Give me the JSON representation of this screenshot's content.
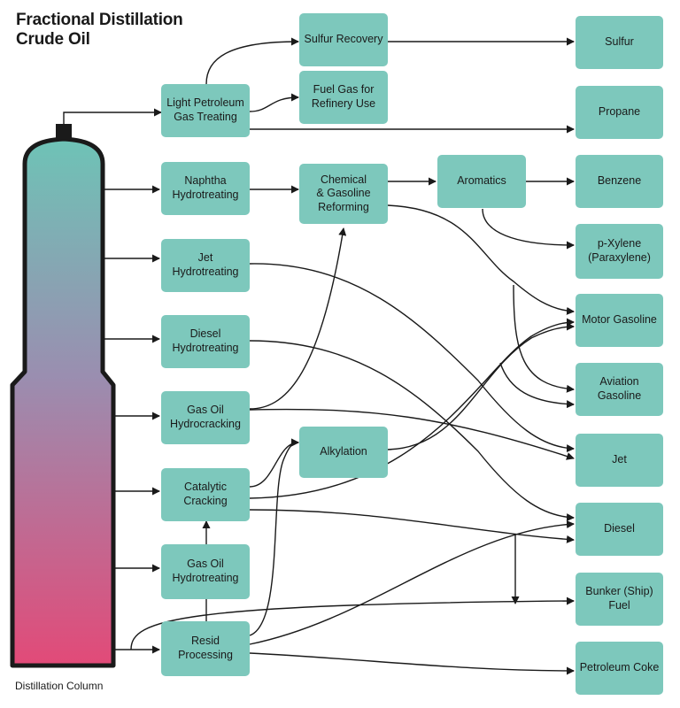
{
  "title": {
    "line1": "Fractional Distillation",
    "line2": "Crude Oil"
  },
  "caption": "Distillation Column",
  "colors": {
    "box": "#7dc8bc",
    "column_top": "#6ec3b6",
    "column_bottom": "#e24a78",
    "line": "#1a1a1a"
  },
  "processes": {
    "light_petroleum_gas_treating": "Light Petroleum\nGas Treating",
    "naphtha_hydrotreating": "Naphtha\nHydrotreating",
    "jet_hydrotreating": "Jet\nHydrotreating",
    "diesel_hydrotreating": "Diesel\nHydrotreating",
    "gas_oil_hydrocracking": "Gas Oil\nHydrocracking",
    "catalytic_cracking": "Catalytic\nCracking",
    "gas_oil_hydrotreating": "Gas Oil\nHydrotreating",
    "resid_processing": "Resid\nProcessing",
    "sulfur_recovery": "Sulfur Recovery",
    "fuel_gas": "Fuel Gas for\nRefinery Use",
    "chemical_gasoline_reforming": "Chemical\n& Gasoline\nReforming",
    "alkylation": "Alkylation",
    "aromatics": "Aromatics"
  },
  "products": {
    "sulfur": "Sulfur",
    "propane": "Propane",
    "benzene": "Benzene",
    "p_xylene": "p-Xylene\n(Paraxylene)",
    "motor_gasoline": "Motor Gasoline",
    "aviation_gasoline": "Aviation\nGasoline",
    "jet": "Jet",
    "diesel": "Diesel",
    "bunker_fuel": "Bunker (Ship)\nFuel",
    "petroleum_coke": "Petroleum Coke"
  }
}
